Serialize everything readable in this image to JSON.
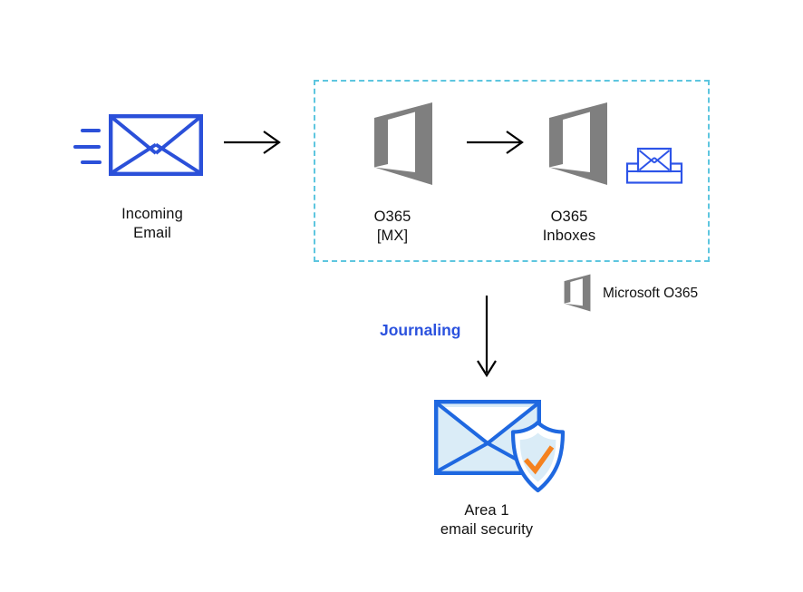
{
  "nodes": {
    "incoming_email": {
      "label": "Incoming\nEmail",
      "icon": "envelope-with-speed-lines"
    },
    "o365_mx": {
      "label": "O365\n[MX]",
      "icon": "office-365-logo"
    },
    "o365_inboxes": {
      "label": "O365\nInboxes",
      "icon": "office-365-logo-with-inbox-tray"
    },
    "area1": {
      "label": "Area 1\nemail security",
      "icon": "envelope-with-shield-check"
    }
  },
  "edges": {
    "journaling_label": "Journaling"
  },
  "legend": {
    "label": "Microsoft O365",
    "icon": "office-365-logo"
  },
  "colors": {
    "incoming_envelope_blue": "#2b50d9",
    "o365_gray": "#7f7f7f",
    "boundary_dash_cyan": "#5ec6df",
    "journaling_blue": "#2b52de",
    "area1_stroke_blue": "#1f68e0",
    "area1_fill_blue": "#daecf7",
    "check_orange": "#f5821f",
    "arrow_black": "#000000",
    "label_text": "#111111"
  }
}
